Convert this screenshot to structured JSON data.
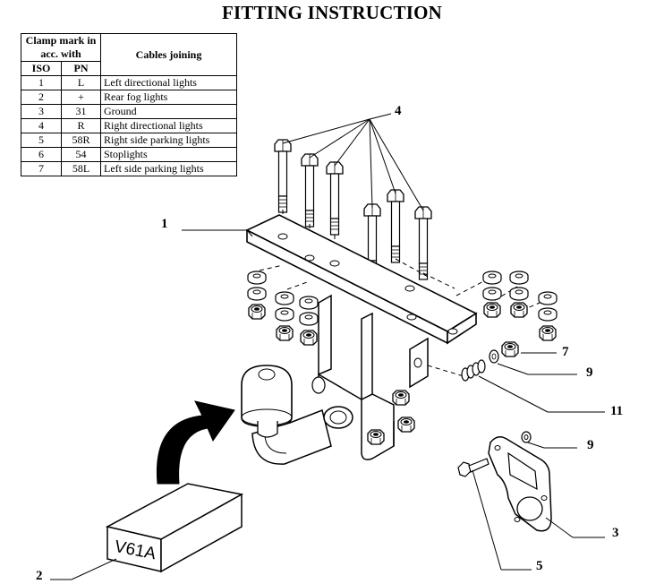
{
  "title": "FITTING INSTRUCTION",
  "table": {
    "header_clamp": "Clamp mark in acc. with",
    "header_cables": "Cables joining",
    "col_iso": "ISO",
    "col_pn": "PN",
    "rows": [
      {
        "iso": "1",
        "pn": "L",
        "desc": "Left directional lights"
      },
      {
        "iso": "2",
        "pn": "+",
        "desc": "Rear fog lights"
      },
      {
        "iso": "3",
        "pn": "31",
        "desc": "Ground"
      },
      {
        "iso": "4",
        "pn": "R",
        "desc": "Right directional lights"
      },
      {
        "iso": "5",
        "pn": "58R",
        "desc": "Right side parking lights"
      },
      {
        "iso": "6",
        "pn": "54",
        "desc": "Stoplights"
      },
      {
        "iso": "7",
        "pn": "58L",
        "desc": "Left side parking lights"
      }
    ]
  },
  "box_code": "V61A",
  "callouts": {
    "bracket": "1",
    "box": "2",
    "socket_plate": "3",
    "bolts": "4",
    "screw": "5",
    "nut": "7",
    "washer_upper": "9",
    "spring_washer": "11",
    "washer_lower": "9"
  }
}
